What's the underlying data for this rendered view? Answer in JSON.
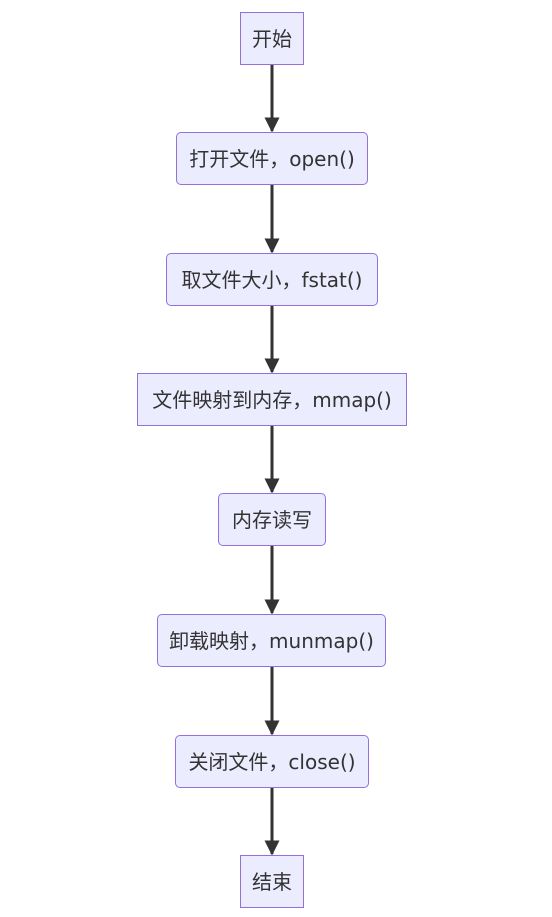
{
  "flowchart": {
    "nodes": [
      {
        "id": "start",
        "label": "开始"
      },
      {
        "id": "open",
        "label": "打开文件，open()"
      },
      {
        "id": "fstat",
        "label": "取文件大小，fstat()"
      },
      {
        "id": "mmap",
        "label": "文件映射到内存，mmap()"
      },
      {
        "id": "rw",
        "label": "内存读写"
      },
      {
        "id": "munmap",
        "label": "卸载映射，munmap()"
      },
      {
        "id": "close",
        "label": "关闭文件，close()"
      },
      {
        "id": "end",
        "label": "结束"
      }
    ],
    "edges": [
      {
        "from": "start",
        "to": "open"
      },
      {
        "from": "open",
        "to": "fstat"
      },
      {
        "from": "fstat",
        "to": "mmap"
      },
      {
        "from": "mmap",
        "to": "rw"
      },
      {
        "from": "rw",
        "to": "munmap"
      },
      {
        "from": "munmap",
        "to": "close"
      },
      {
        "from": "close",
        "to": "end"
      }
    ],
    "colors": {
      "node_fill": "#ececff",
      "node_border": "#9370db",
      "text": "#333333",
      "edge": "#333333"
    }
  }
}
